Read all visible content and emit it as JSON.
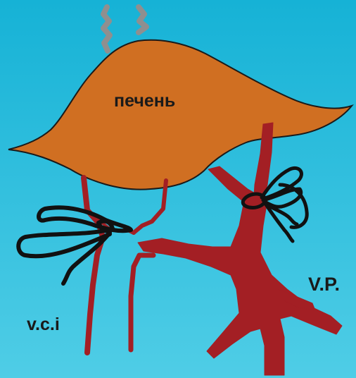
{
  "labels": {
    "liver": "печень",
    "vci": "v.c.i",
    "vp": "V.P."
  },
  "colors": {
    "background_top": "#16b2d6",
    "background_bottom": "#4fcde6",
    "liver_fill": "#d06f22",
    "liver_outline": "#1a1a1a",
    "vessel": "#a31f24",
    "ligature": "#111111",
    "hepatic_ligament": "#8f8f8f",
    "text": "#1a1a1a"
  }
}
